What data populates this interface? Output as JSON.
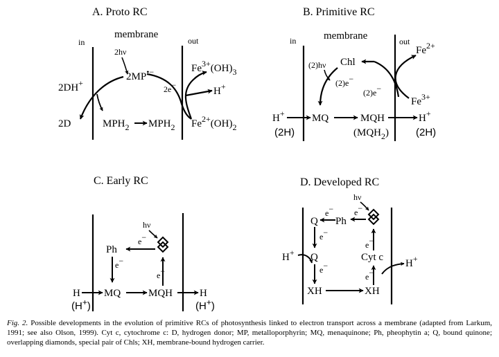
{
  "panels": {
    "a": {
      "title": "A. Proto RC",
      "membrane": "membrane",
      "in": "in",
      "out": "out",
      "hv": "2hν",
      "mp": "2MP",
      "mp_sup": "•−",
      "e": "2e",
      "e_sup": "−",
      "dh": "2DH",
      "dh_sup": "+",
      "d": "2D",
      "mph2_left": "MPH",
      "mph2_right": "MPH",
      "sub2": "2",
      "fe3": "Fe",
      "fe3_sup": "3+",
      "fe3_tail": "(OH)",
      "fe3_sub": "3",
      "hplus": "H",
      "plus": "+",
      "fe2": "Fe",
      "fe2_sup": "2+",
      "fe2_tail": "(OH)",
      "fe2_sub": "2"
    },
    "b": {
      "title": "B. Primitive RC",
      "membrane": "membrane",
      "in": "in",
      "out": "out",
      "fe2": "Fe",
      "fe2_sup": "2+",
      "hv": "(2)hν",
      "chl": "Chl",
      "e1": "(2)e",
      "e_sup": "−",
      "e2": "(2)e",
      "fe3": "Fe",
      "fe3_sup": "3+",
      "h_left": "H",
      "plus": "+",
      "mq": "MQ",
      "mqh": "MQH",
      "h_right": "H",
      "two_h_left": "(2H)",
      "mqh2": "(MQH",
      "sub2": "2",
      "close": ")",
      "two_h_right": "(2H)"
    },
    "c": {
      "title": "C. Early RC",
      "hv": "hν",
      "e": "e",
      "e_sup": "−",
      "ph": "Ph",
      "h_left": "H",
      "mq": "MQ",
      "mqh": "MQH",
      "h_right": "H",
      "hp_left": "(H",
      "hp_right": "(H",
      "plus": "+",
      "close": ")"
    },
    "d": {
      "title": "D. Developed RC",
      "hv": "hν",
      "e": "e",
      "e_sup": "−",
      "q_top": "Q",
      "ph": "Ph",
      "h": "H",
      "plus": "+",
      "q": "Q",
      "cytc": "Cyt c",
      "h_right": "H",
      "xh_left": "XH",
      "xh_right": "XH"
    }
  },
  "caption": {
    "label": "Fig. 2.",
    "text": "Possible developments in the evolution of primitive RCs of photosynthesis linked to electron transport across a membrane (adapted from Larkum, 1991; see also Olson, 1999). Cyt c, cytochrome c: D, hydrogen donor; MP, metalloporphyrin; MQ, menaquinone; Ph, pheophytin a; Q, bound quinone; overlapping diamonds, special pair of Chls; XH, membrane-bound hydrogen carrier."
  }
}
